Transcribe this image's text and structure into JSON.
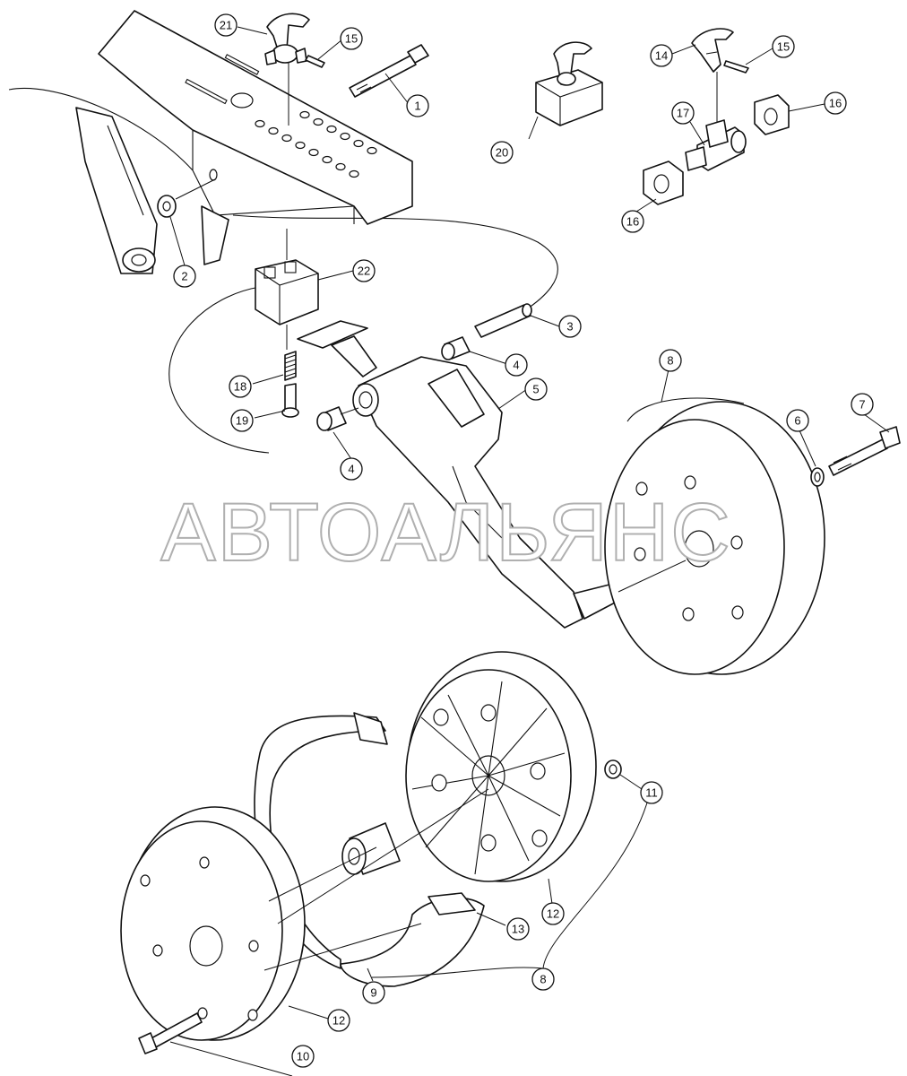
{
  "watermark": "АВТОАЛЬЯНС",
  "callouts": [
    {
      "id": "c21",
      "label": "21"
    },
    {
      "id": "c15a",
      "label": "15"
    },
    {
      "id": "c1",
      "label": "1"
    },
    {
      "id": "c2",
      "label": "2"
    },
    {
      "id": "c22",
      "label": "22"
    },
    {
      "id": "c20",
      "label": "20"
    },
    {
      "id": "c14",
      "label": "14"
    },
    {
      "id": "c15b",
      "label": "15"
    },
    {
      "id": "c16a",
      "label": "16"
    },
    {
      "id": "c17",
      "label": "17"
    },
    {
      "id": "c16b",
      "label": "16"
    },
    {
      "id": "c3",
      "label": "3"
    },
    {
      "id": "c4a",
      "label": "4"
    },
    {
      "id": "c5",
      "label": "5"
    },
    {
      "id": "c18",
      "label": "18"
    },
    {
      "id": "c19",
      "label": "19"
    },
    {
      "id": "c4b",
      "label": "4"
    },
    {
      "id": "c8a",
      "label": "8"
    },
    {
      "id": "c6",
      "label": "6"
    },
    {
      "id": "c7",
      "label": "7"
    },
    {
      "id": "c11",
      "label": "11"
    },
    {
      "id": "c12a",
      "label": "12"
    },
    {
      "id": "c13",
      "label": "13"
    },
    {
      "id": "c9",
      "label": "9"
    },
    {
      "id": "c8b",
      "label": "8"
    },
    {
      "id": "c12b",
      "label": "12"
    },
    {
      "id": "c10",
      "label": "10"
    }
  ]
}
